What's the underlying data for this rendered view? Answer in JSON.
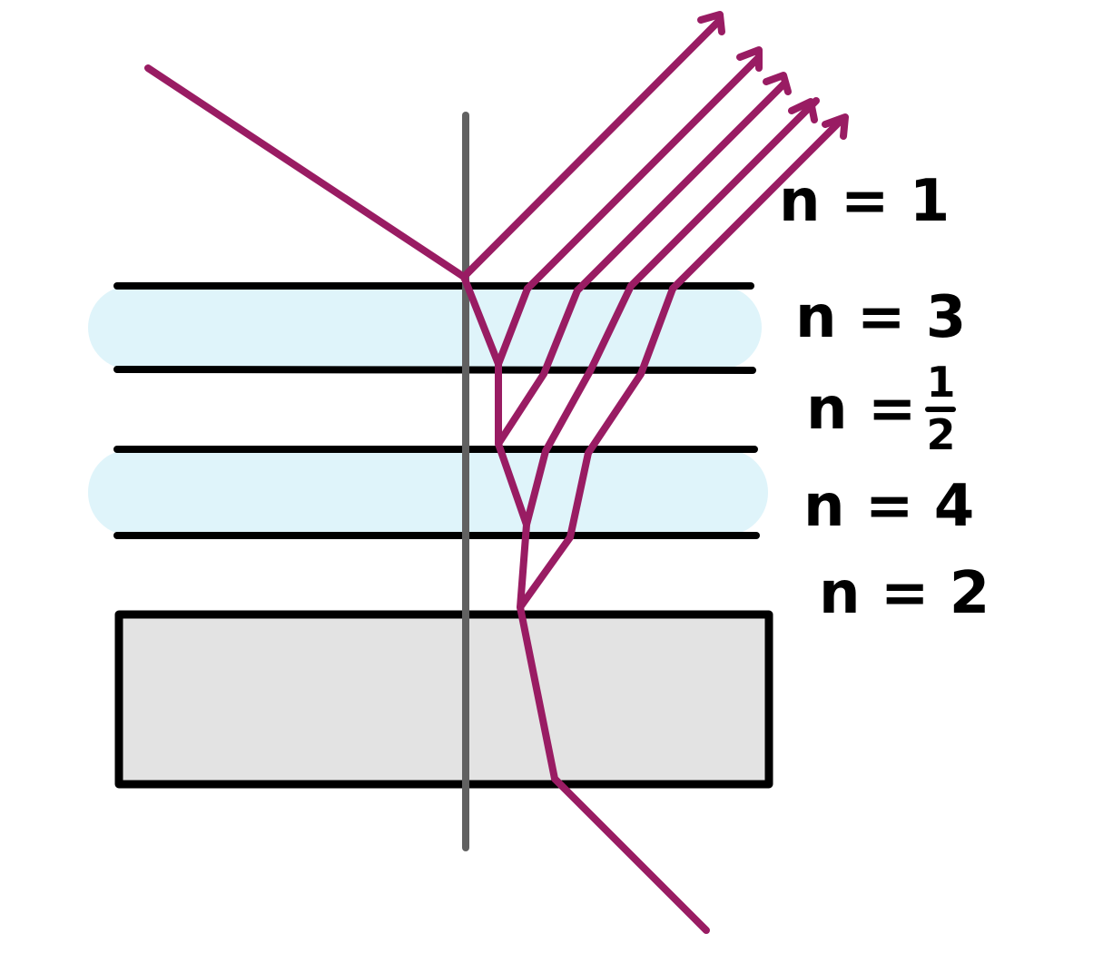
{
  "colors": {
    "ray": "#991c63",
    "normal": "#616161",
    "interface": "#000000",
    "layer_fill": "#dff4fa",
    "slab_fill": "#e3e3e3",
    "background": "#ffffff"
  },
  "labels": {
    "n_top": "n = 1",
    "n_layer1": "n = 3",
    "n_gap": {
      "prefix": "n =",
      "numerator": "1",
      "denominator": "2"
    },
    "n_layer2": "n = 4",
    "n_bottom": "n = 2"
  }
}
